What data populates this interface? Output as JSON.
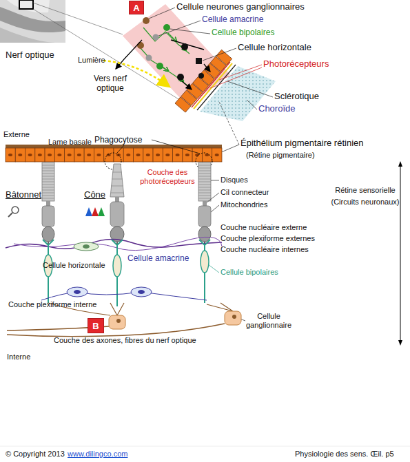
{
  "diagram": {
    "nodes": [
      {
        "text": [
          "A"
        ]
      },
      {
        "text": [
          "B"
        ]
      }
    ],
    "labels": [
      "Nerf optique",
      "Cellule neurones ganglionnaires",
      "Cellule amacrine",
      "Cellule bipolaires",
      "Lumière",
      "Cellule horizontale",
      "Photorécepteurs",
      "Vers nerf optique",
      "Sclérotique",
      "Choroïde",
      "Externe",
      "Lame basale",
      "Phagocytose",
      "Épithélium pigmentaire rétinien",
      "(Rétine pigmentaire)",
      "Couche des photorécepteurs",
      "Disques",
      "Cil connecteur",
      "Mitochondries",
      "Rétine sensorielle (Circuits neuronaux)",
      "Bâtonnet",
      "Cône",
      "Couche nucléaire externe",
      "Couche plexiforme externes",
      "Couche nucléaire internes",
      "Cellule horizontale",
      "Cellule amacrine",
      "Cellule bipolaires",
      "Couche plexiforme interne",
      "Cellule ganglionnaire",
      "Couche des axones, fibres du nerf optique",
      "Interne",
      "© Copyright 2013",
      "www.dilingco.com",
      "Physiologie des sens. Œil. p5"
    ]
  }
}
